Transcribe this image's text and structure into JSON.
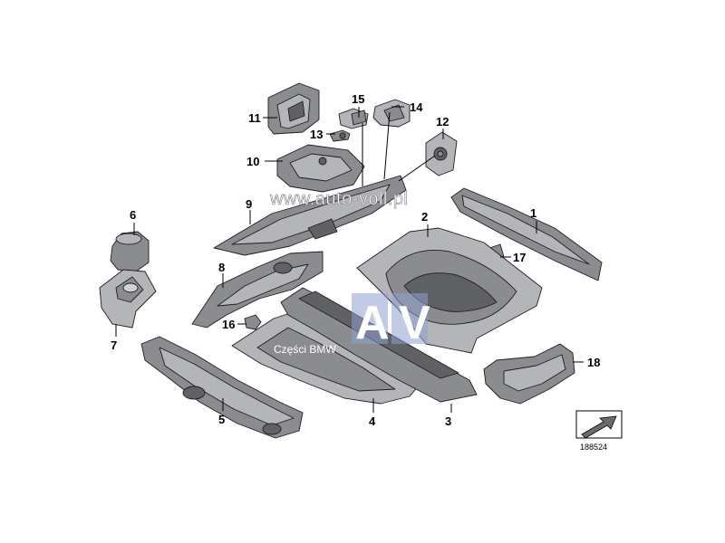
{
  "watermark": {
    "url": "www.auto-voll.pl",
    "logo_letters": [
      "A",
      "V"
    ],
    "caption": "Części BMW"
  },
  "callouts": [
    "1",
    "2",
    "3",
    "4",
    "5",
    "6",
    "7",
    "8",
    "9",
    "10",
    "11",
    "12",
    "13",
    "14",
    "15",
    "16",
    "17",
    "18"
  ],
  "diagram_number": "188524",
  "colors": {
    "part_dark": "#5f6164",
    "part_mid": "#8a8c8f",
    "part_light": "#b3b5b8",
    "watermark_blue": "#8ea0cf"
  }
}
